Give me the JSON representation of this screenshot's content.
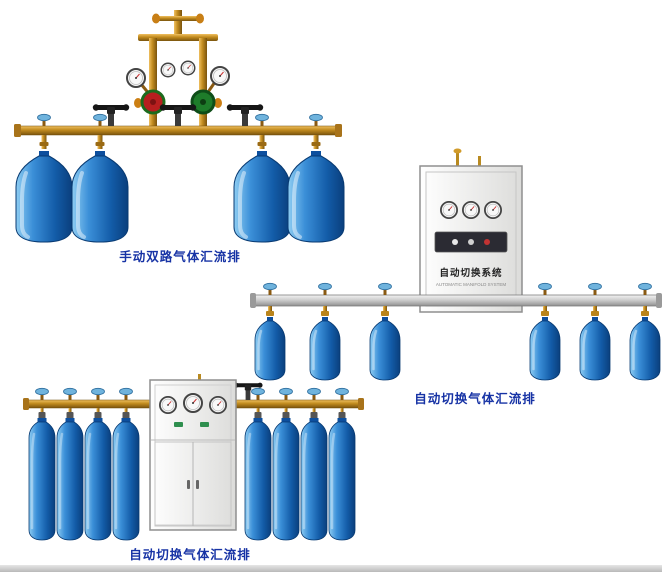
{
  "page": {
    "background": "#ffffff",
    "caption_color": "#1733a5"
  },
  "products": [
    {
      "id": "manual-dual-manifold",
      "caption": "手动双路气体汇流排",
      "cylinder_count": 4,
      "regulator_count": 2,
      "valve_handwheel_count": 3
    },
    {
      "id": "auto-switch-manifold-with-cabinet",
      "caption": "自动切换气体汇流排",
      "cylinder_count": 6,
      "cabinet": {
        "label": "自动切换系统",
        "sublabel": "AUTOMATIC MANIFOLD SYSTEM",
        "gauge_count": 3
      }
    },
    {
      "id": "auto-switch-manifold-tall-cylinders",
      "caption": "自动切换气体汇流排",
      "cylinder_count": 8,
      "cabinet": {
        "gauge_count": 3
      }
    }
  ],
  "colors": {
    "cylinder_blue": "#1d6cb8",
    "brass": "#c08a1e",
    "rail_silver": "#c9c9c9",
    "cabinet_white": "#f2f2f0",
    "valve_knob_blue": "#6fb3dd",
    "handwheel_black": "#161616"
  }
}
